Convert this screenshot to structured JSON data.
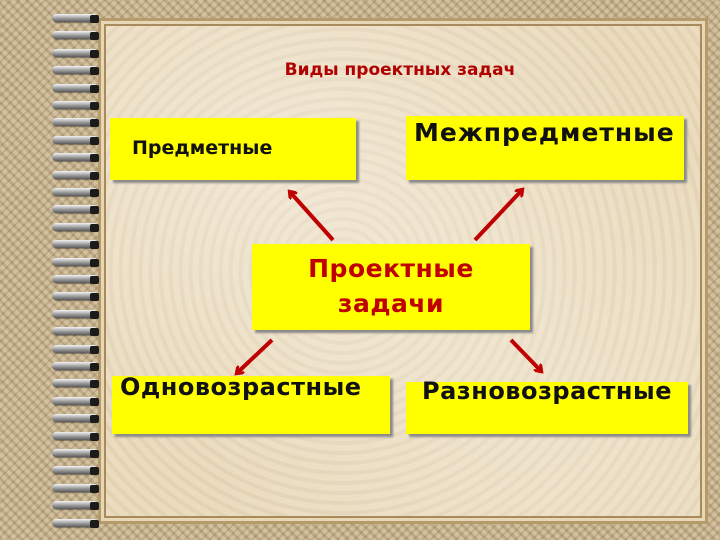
{
  "title": "Виды проектных задач",
  "center": {
    "label": "Проектные задачи"
  },
  "nodes": {
    "top_left": "Предметные",
    "top_right": "Межпредметные",
    "bottom_left": "Одновозрастные",
    "bottom_right": "Разновозрастные"
  },
  "colors": {
    "box_fill": "#ffff00",
    "title_text": "#b00000",
    "center_text": "#c00000",
    "arrow": "#c00000",
    "node_text": "#111111"
  }
}
